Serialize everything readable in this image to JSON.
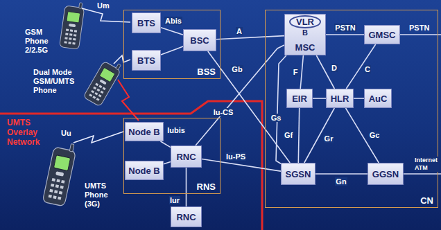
{
  "diagram": {
    "nodes": [
      {
        "text": [
          "BSS"
        ]
      },
      {
        "text": [
          "BTS"
        ],
        "in": 0
      },
      {
        "text": [
          "BTS"
        ],
        "in": 0
      },
      {
        "text": [
          "BSC"
        ],
        "in": 0
      },
      {
        "text": [
          "CN"
        ]
      },
      {
        "text": [
          "MSC"
        ],
        "in": 4
      },
      {
        "text": [
          "VLR"
        ],
        "in": 5
      },
      {
        "text": [
          "GMSC"
        ],
        "in": 4
      },
      {
        "text": [
          "EIR"
        ],
        "in": 4
      },
      {
        "text": [
          "HLR"
        ],
        "in": 4
      },
      {
        "text": [
          "AuC"
        ],
        "in": 4
      },
      {
        "text": [
          "SGSN"
        ],
        "in": 4
      },
      {
        "text": [
          "GGSN"
        ],
        "in": 4
      },
      {
        "text": [
          "RNS"
        ]
      },
      {
        "text": [
          "Node B"
        ],
        "in": 13
      },
      {
        "text": [
          "Node B"
        ],
        "in": 13
      },
      {
        "text": [
          "RNC"
        ],
        "in": 13
      },
      {
        "text": [
          "RNC"
        ]
      }
    ],
    "edges": [
      {
        "from": 1,
        "to": 3,
        "label": "Abis",
        "arrow": "none"
      },
      {
        "from": 2,
        "to": 3,
        "arrow": "none"
      },
      {
        "from": 3,
        "to": 5,
        "label": "A",
        "arrow": "none"
      },
      {
        "from": 3,
        "to": 11,
        "label": "Gb",
        "arrow": "none"
      },
      {
        "from": 5,
        "to": 7,
        "label": "PSTN",
        "arrow": "none"
      },
      {
        "from": 5,
        "to": 8,
        "label": "F",
        "arrow": "none"
      },
      {
        "from": 5,
        "to": 9,
        "label": "D",
        "arrow": "none"
      },
      {
        "from": 5,
        "to": 11,
        "label": "Gs",
        "arrow": "none"
      },
      {
        "from": 7,
        "to": 9,
        "label": "C",
        "arrow": "none"
      },
      {
        "from": 8,
        "to": 9,
        "arrow": "none"
      },
      {
        "from": 9,
        "to": 10,
        "arrow": "none"
      },
      {
        "from": 8,
        "to": 11,
        "label": "Gf",
        "arrow": "none"
      },
      {
        "from": 9,
        "to": 11,
        "label": "Gr",
        "arrow": "none"
      },
      {
        "from": 9,
        "to": 12,
        "label": "Gc",
        "arrow": "none"
      },
      {
        "from": 11,
        "to": 12,
        "label": "Gn",
        "arrow": "none"
      },
      {
        "from": 14,
        "to": 16,
        "label": "Iubis",
        "arrow": "none"
      },
      {
        "from": 15,
        "to": 16,
        "arrow": "none"
      },
      {
        "from": 16,
        "to": 5,
        "label": "Iu-CS",
        "arrow": "none"
      },
      {
        "from": 16,
        "to": 11,
        "label": "Iu-PS",
        "arrow": "none"
      },
      {
        "from": 16,
        "to": 17,
        "label": "Iur",
        "arrow": "none"
      }
    ],
    "labels": [
      "Um",
      "GSM Phone 2/2.5G",
      "Dual Mode GSM/UMTS Phone",
      "UMTS Overlay Network",
      "Uu",
      "UMTS Phone (3G)",
      "B",
      "PSTN",
      "Internet ATM"
    ]
  }
}
